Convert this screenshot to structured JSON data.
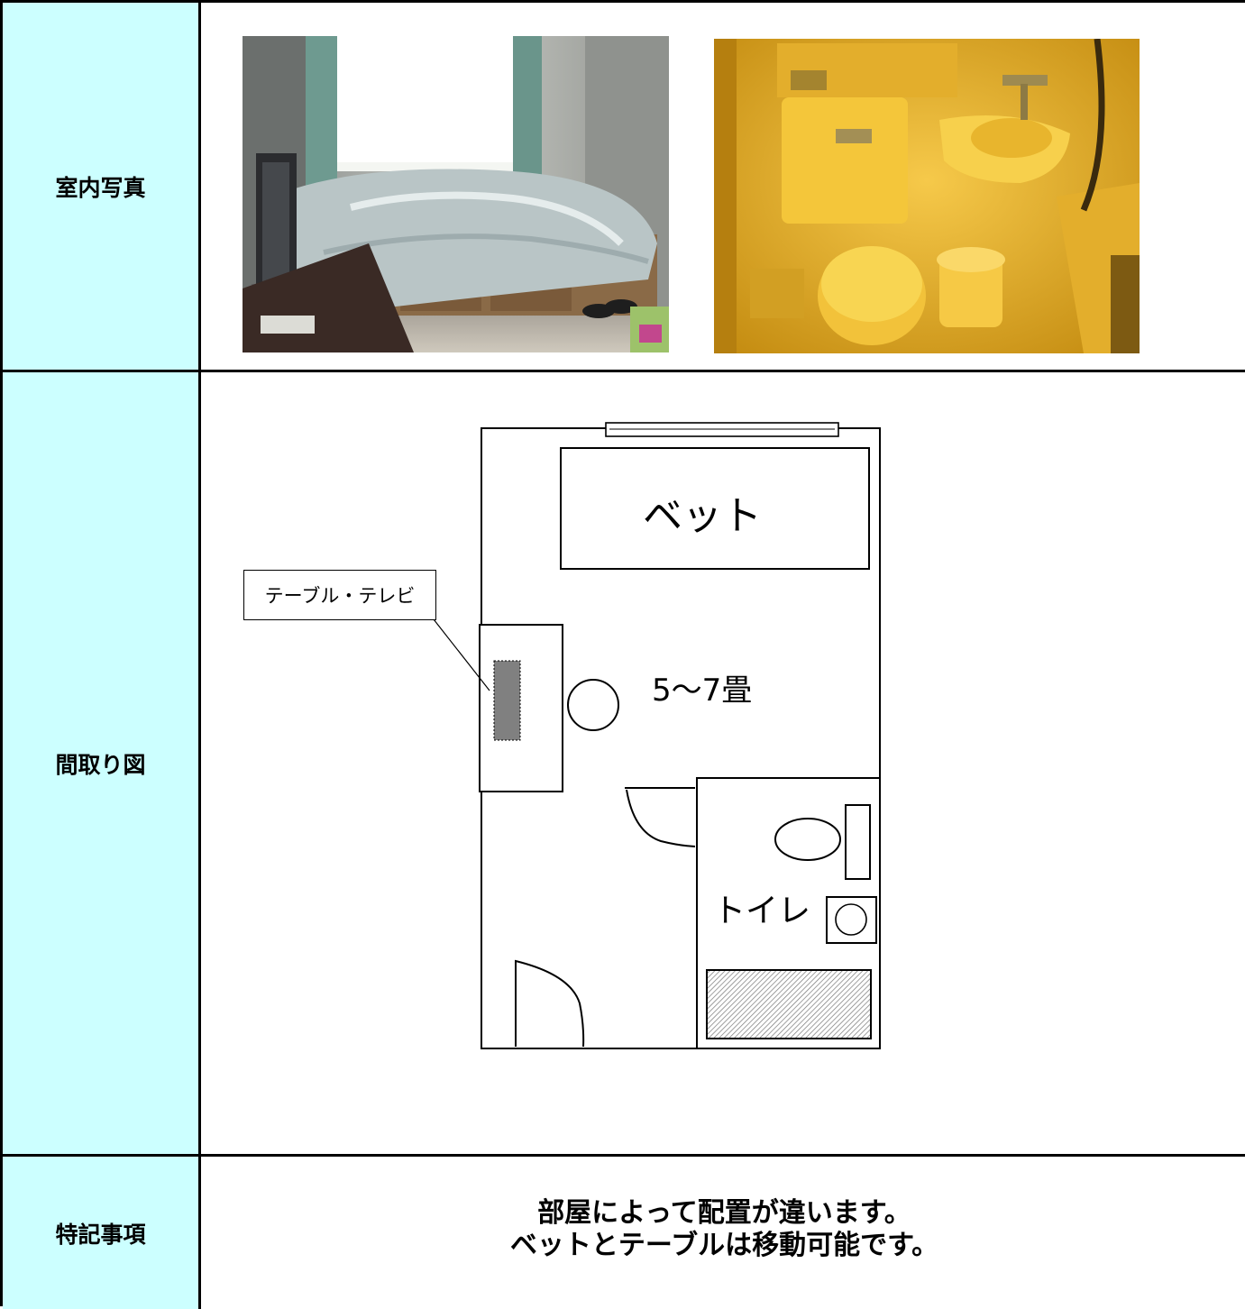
{
  "rows": {
    "photos": {
      "label": "室内写真"
    },
    "floorplan": {
      "label": "間取り図",
      "bed_label": "ベット",
      "table_tv_label": "テーブル・テレビ",
      "area_label": "5～7畳",
      "toilet_label": "トイレ"
    },
    "notes": {
      "label": "特記事項",
      "line1": "部屋によって配置が違います。",
      "line2": "ベットとテーブルは移動可能です。"
    }
  },
  "colors": {
    "label_background": "#ccffff",
    "border": "#000000",
    "tv_fill": "#808080"
  }
}
